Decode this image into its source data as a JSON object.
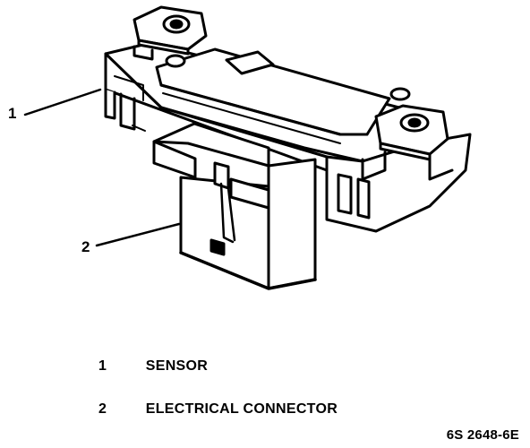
{
  "callouts": [
    {
      "number": "1"
    },
    {
      "number": "2"
    }
  ],
  "legend": [
    {
      "number": "1",
      "label": "SENSOR"
    },
    {
      "number": "2",
      "label": "ELECTRICAL CONNECTOR"
    }
  ],
  "figure_code": "6S 2648-6E",
  "colors": {
    "ink": "#000000",
    "paper": "#ffffff"
  }
}
